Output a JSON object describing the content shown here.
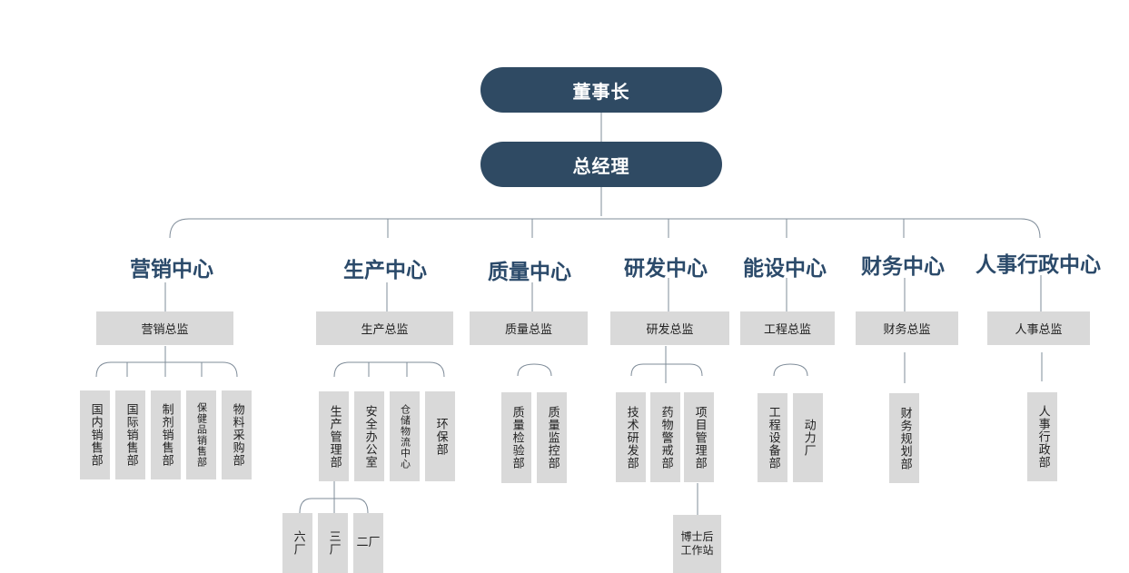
{
  "top": {
    "chairman": "董事长",
    "gm": "总经理"
  },
  "centers": [
    {
      "name": "营销中心",
      "director": "营销总监",
      "depts": [
        "国内销售部",
        "国际销售部",
        "制剂销售部",
        "保健品销售部",
        "物料采购部"
      ]
    },
    {
      "name": "生产中心",
      "director": "生产总监",
      "depts": [
        "生产管理部",
        "安全办公室",
        "仓储物流中心",
        "环保部"
      ],
      "factories": [
        "六厂",
        "三厂",
        "二厂"
      ]
    },
    {
      "name": "质量中心",
      "director": "质量总监",
      "depts": [
        "质量检验部",
        "质量监控部"
      ]
    },
    {
      "name": "研发中心",
      "director": "研发总监",
      "depts": [
        "技术研发部",
        "药物警戒部",
        "项目管理部"
      ],
      "sub": "博士后工作站"
    },
    {
      "name": "能设中心",
      "director": "工程总监",
      "depts": [
        "工程设备部",
        "动力厂"
      ]
    },
    {
      "name": "财务中心",
      "director": "财务总监",
      "depts": [
        "财务规划部"
      ]
    },
    {
      "name": "人事行政中心",
      "director": "人事总监",
      "depts": [
        "人事行政部"
      ]
    }
  ]
}
